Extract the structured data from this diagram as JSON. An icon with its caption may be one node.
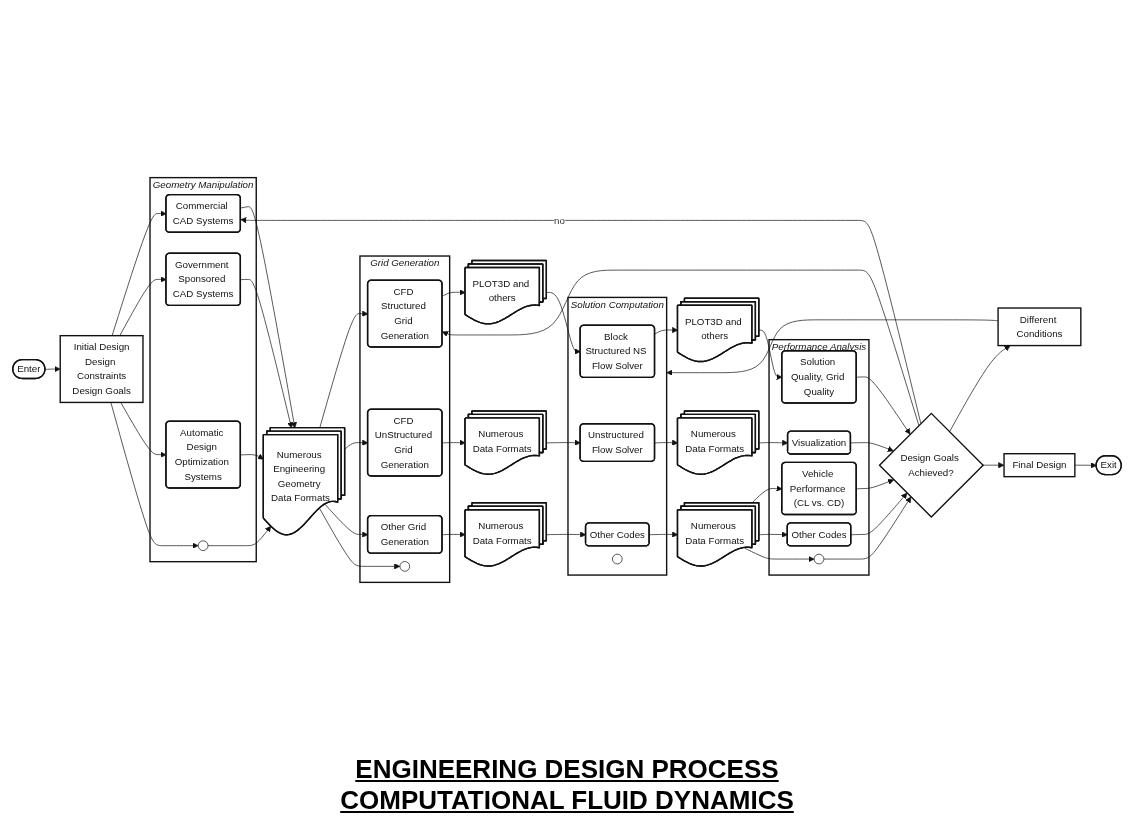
{
  "diagram": {
    "title": "ENGINEERING DESIGN PROCESS COMPUTATIONAL FLUID DYNAMICS",
    "nodes": [
      {
        "text": [
          "Enter"
        ]
      },
      {
        "text": [
          "Initial Design",
          "Design Constraints",
          "Design Goals"
        ]
      },
      {
        "text": [
          "Geometry Manipulation"
        ]
      },
      {
        "text": [
          "Commercial CAD Systems"
        ],
        "in": 2
      },
      {
        "text": [
          "Government Sponsored CAD Systems"
        ],
        "in": 2
      },
      {
        "text": [
          "Automatic Design Optimization Systems"
        ],
        "in": 2
      },
      {
        "text": [],
        "shape": "circle",
        "in": 2
      },
      {
        "text": [
          "Numerous Engineering Geometry Data Formats"
        ]
      },
      {
        "text": [
          "Grid Generation"
        ]
      },
      {
        "text": [
          "CFD Structured Grid Generation"
        ],
        "in": 8
      },
      {
        "text": [
          "CFD UnStructured Grid Generation"
        ],
        "in": 8
      },
      {
        "text": [
          "Other Grid Generation"
        ],
        "in": 8
      },
      {
        "text": [],
        "shape": "circle",
        "in": 8
      },
      {
        "text": [
          "PLOT3D and others"
        ]
      },
      {
        "text": [
          "Numerous Data Formats"
        ]
      },
      {
        "text": [
          "Numerous Data Formats"
        ]
      },
      {
        "text": [
          "Solution Computation"
        ]
      },
      {
        "text": [
          "Block Structured NS Flow Solver"
        ],
        "in": 16
      },
      {
        "text": [
          "Unstructured Flow Solver"
        ],
        "in": 16
      },
      {
        "text": [
          "Other Codes"
        ],
        "in": 16
      },
      {
        "text": [],
        "shape": "circle",
        "in": 16
      },
      {
        "text": [
          "Different Conditions"
        ]
      },
      {
        "text": [
          "PLOT3D and others"
        ]
      },
      {
        "text": [
          "Numerous Data Formats"
        ]
      },
      {
        "text": [
          "Numerous Data Formats"
        ]
      },
      {
        "text": [
          "Performance Analysis"
        ]
      },
      {
        "text": [
          "Solution Quality, Grid Quality"
        ],
        "in": 25
      },
      {
        "text": [
          "Visualization"
        ],
        "in": 25
      },
      {
        "text": [
          "Vehicle Performance (CL vs. CD)"
        ],
        "in": 25
      },
      {
        "text": [
          "Other Codes"
        ],
        "in": 25
      },
      {
        "text": [],
        "shape": "circle",
        "in": 25
      },
      {
        "text": [
          "Design Goals Achieved?"
        ]
      },
      {
        "text": [
          "Final Design"
        ]
      },
      {
        "text": [
          "Exit"
        ]
      }
    ],
    "edges": [
      {
        "from": 0,
        "to": 1,
        "arrow": "to"
      },
      {
        "from": 1,
        "to": 3,
        "arrow": "to"
      },
      {
        "from": 1,
        "to": 4,
        "arrow": "to"
      },
      {
        "from": 1,
        "to": 5,
        "arrow": "to"
      },
      {
        "from": 1,
        "to": 6,
        "arrow": "to"
      },
      {
        "from": 3,
        "to": 7,
        "arrow": "to"
      },
      {
        "from": 4,
        "to": 7,
        "arrow": "to"
      },
      {
        "from": 5,
        "to": 7,
        "arrow": "to"
      },
      {
        "from": 6,
        "to": 7,
        "arrow": "to"
      },
      {
        "from": 7,
        "to": 9,
        "arrow": "to"
      },
      {
        "from": 7,
        "to": 10,
        "arrow": "to"
      },
      {
        "from": 7,
        "to": 11,
        "arrow": "to"
      },
      {
        "from": 7,
        "to": 12,
        "arrow": "to"
      },
      {
        "from": 9,
        "to": 13,
        "arrow": "to"
      },
      {
        "from": 10,
        "to": 14,
        "arrow": "to"
      },
      {
        "from": 11,
        "to": 15,
        "arrow": "to"
      },
      {
        "from": 13,
        "to": 17,
        "arrow": "to"
      },
      {
        "from": 14,
        "to": 18,
        "arrow": "to"
      },
      {
        "from": 15,
        "to": 19,
        "arrow": "to"
      },
      {
        "from": 21,
        "to": 16,
        "arrow": "to"
      },
      {
        "from": 17,
        "to": 22,
        "arrow": "to"
      },
      {
        "from": 18,
        "to": 23,
        "arrow": "to"
      },
      {
        "from": 19,
        "to": 24,
        "arrow": "to"
      },
      {
        "from": 22,
        "to": 26,
        "arrow": "to"
      },
      {
        "from": 23,
        "to": 27,
        "arrow": "to"
      },
      {
        "from": 24,
        "to": 28,
        "arrow": "to"
      },
      {
        "from": 24,
        "to": 29,
        "arrow": "to"
      },
      {
        "from": 24,
        "to": 30,
        "arrow": "to"
      },
      {
        "from": 26,
        "to": 31,
        "arrow": "to"
      },
      {
        "from": 27,
        "to": 31,
        "arrow": "to"
      },
      {
        "from": 28,
        "to": 31,
        "arrow": "to"
      },
      {
        "from": 29,
        "to": 31,
        "arrow": "to"
      },
      {
        "from": 30,
        "to": 31,
        "arrow": "to"
      },
      {
        "from": 31,
        "to": 3,
        "label": "no",
        "arrow": "to"
      },
      {
        "from": 31,
        "to": 9,
        "arrow": "to"
      },
      {
        "from": 31,
        "to": 21,
        "arrow": "to"
      },
      {
        "from": 31,
        "to": 32,
        "arrow": "to"
      },
      {
        "from": 32,
        "to": 33,
        "arrow": "to"
      }
    ]
  }
}
